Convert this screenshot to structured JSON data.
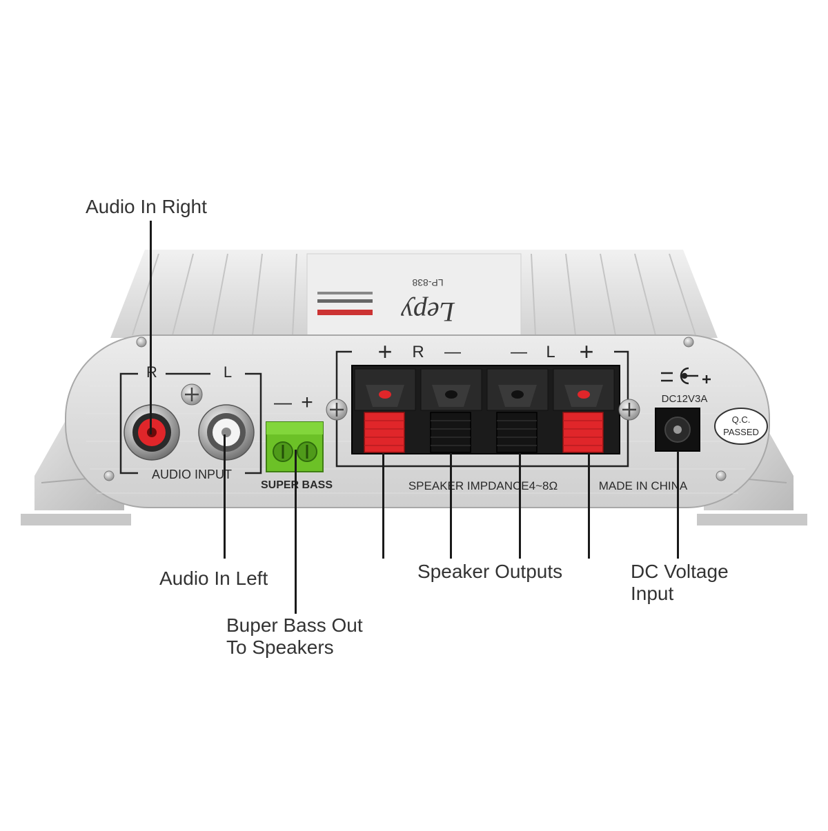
{
  "callouts": {
    "audio_in_right": "Audio In Right",
    "audio_in_left": "Audio In Left",
    "super_bass_out": "Buper Bass Out\nTo Speakers",
    "speaker_outputs": "Speaker Outputs",
    "dc_voltage_input": "DC Voltage\nInput"
  },
  "panel": {
    "rca_r": "R",
    "rca_l": "L",
    "audio_input": "AUDIO INPUT",
    "super_bass_minus": "—",
    "super_bass_plus": "+",
    "super_bass": "SUPER BASS",
    "spk_plus_r": "+",
    "spk_r": "R",
    "spk_minus_r": "—",
    "spk_minus_l": "—",
    "spk_l": "L",
    "spk_plus_l": "+",
    "speaker_impedance": "SPEAKER IMPDANCE4~8Ω",
    "made_in": "MADE IN CHINA",
    "dc_rating": "DC12V3A",
    "qc_line1": "Q.C.",
    "qc_line2": "PASSED"
  },
  "top_print": {
    "brand": "Lepy",
    "model": "LP-838"
  },
  "colors": {
    "body": "#d8d8d8",
    "red_terminal": "#e0262a",
    "black_terminal": "#1b1b1b",
    "green_terminal": "#6cc127"
  }
}
